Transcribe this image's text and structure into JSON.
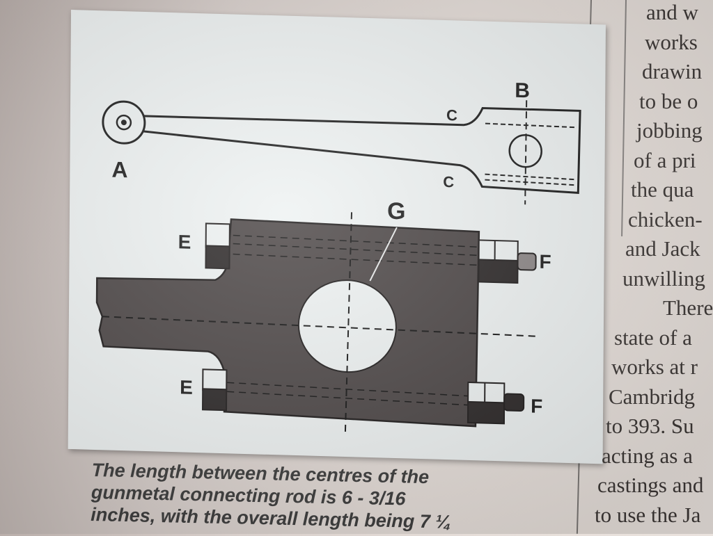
{
  "figure": {
    "labels": {
      "a": "A",
      "b": "B",
      "c_top": "C",
      "c_bottom": "C",
      "g": "G",
      "e_top": "E",
      "e_bottom": "E",
      "f_top": "F",
      "f_bottom": "F"
    }
  },
  "caption": {
    "line1": "The length between the centres of the",
    "line2": "gunmetal connecting rod is 6 - 3/16",
    "line3": "inches, with the overall length being 7 ¼"
  },
  "right_column": {
    "lines": [
      "and w",
      "works",
      "drawin",
      "to be o",
      "jobbing",
      "of a pri",
      "the qua",
      "chicken-",
      "and Jack",
      "unwilling",
      "There",
      "state of a",
      "works at r",
      "Cambridg",
      "to 393. Su",
      "acting as a",
      "castings and",
      "to use the Ja"
    ]
  }
}
